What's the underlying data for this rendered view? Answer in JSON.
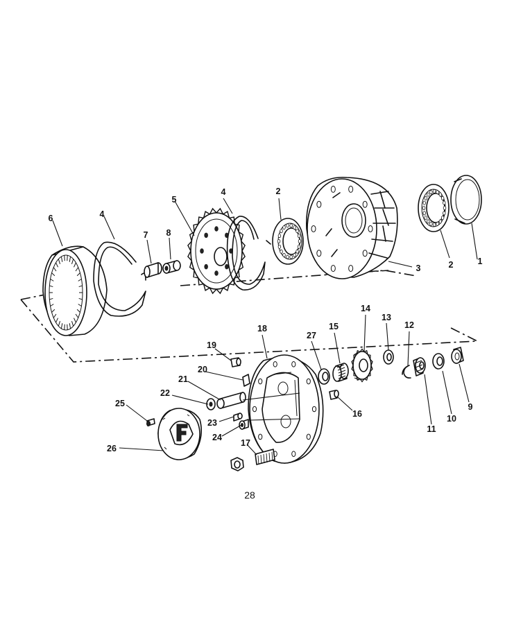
{
  "diagram": {
    "callouts": [
      {
        "id": "c1",
        "text": "1"
      },
      {
        "id": "c2a",
        "text": "2"
      },
      {
        "id": "c2b",
        "text": "2"
      },
      {
        "id": "c3",
        "text": "3"
      },
      {
        "id": "c4a",
        "text": "4"
      },
      {
        "id": "c4b",
        "text": "4"
      },
      {
        "id": "c5",
        "text": "5"
      },
      {
        "id": "c6",
        "text": "6"
      },
      {
        "id": "c7",
        "text": "7"
      },
      {
        "id": "c8",
        "text": "8"
      },
      {
        "id": "c9",
        "text": "9"
      },
      {
        "id": "c10",
        "text": "10"
      },
      {
        "id": "c11",
        "text": "11"
      },
      {
        "id": "c12",
        "text": "12"
      },
      {
        "id": "c13",
        "text": "13"
      },
      {
        "id": "c14",
        "text": "14"
      },
      {
        "id": "c15",
        "text": "15"
      },
      {
        "id": "c16",
        "text": "16"
      },
      {
        "id": "c17",
        "text": "17"
      },
      {
        "id": "c18",
        "text": "18"
      },
      {
        "id": "c19",
        "text": "19"
      },
      {
        "id": "c20",
        "text": "20"
      },
      {
        "id": "c21",
        "text": "21"
      },
      {
        "id": "c22",
        "text": "22"
      },
      {
        "id": "c23",
        "text": "23"
      },
      {
        "id": "c24",
        "text": "24"
      },
      {
        "id": "c25",
        "text": "25"
      },
      {
        "id": "c26",
        "text": "26"
      },
      {
        "id": "c27",
        "text": "27"
      },
      {
        "id": "c28",
        "text": "28"
      }
    ]
  }
}
